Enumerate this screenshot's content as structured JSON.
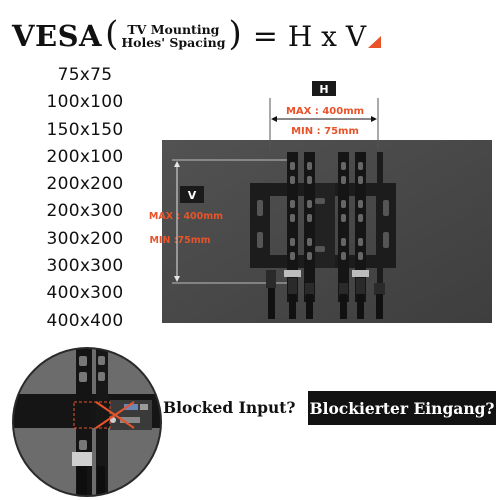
{
  "title": {
    "vesa": "VESA",
    "open_paren": "(",
    "subtitle_line1": "TV Mounting",
    "subtitle_line2": "Holes' Spacing",
    "close_paren": ")",
    "equals": "=",
    "formula": "H x V"
  },
  "sizes": [
    "75x75",
    "100x100",
    "150x150",
    "200x100",
    "200x200",
    "200x300",
    "300x200",
    "300x300",
    "400x300",
    "400x400"
  ],
  "diagram": {
    "h_label": "H",
    "h_max": "MAX : 400mm",
    "h_min": "MIN : 75mm",
    "v_label": "V",
    "v_max": "MAX : 400mm",
    "v_min": "MIN :75mm"
  },
  "blocked": {
    "english": "Blocked Input?",
    "german": "Blockierter Eingang?"
  },
  "colors": {
    "accent": "#e8532a",
    "tv_panel": "#4a4a4a",
    "bracket": "#1a1a1a",
    "text": "#111111"
  }
}
